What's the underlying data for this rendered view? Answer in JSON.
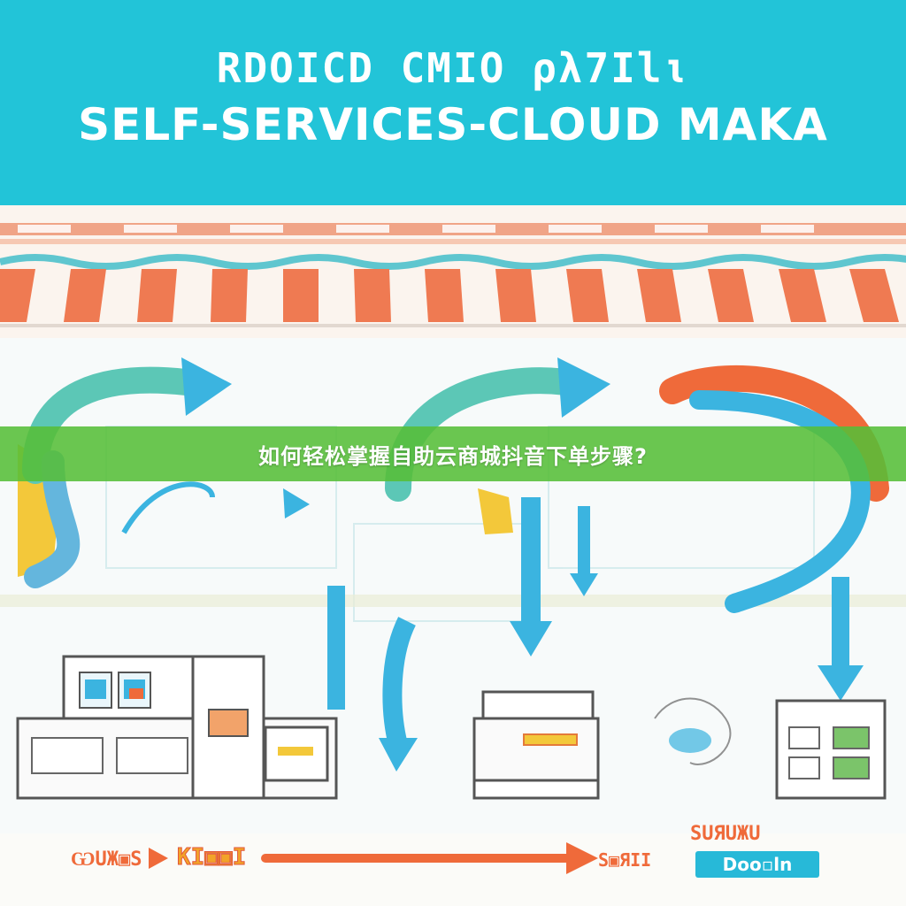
{
  "banner": {
    "line1": "RDOICD CMIO ρλ7Ιlι",
    "line2": "SELF-SERVICES-CLOUD MAKA",
    "color": "#22c4d8"
  },
  "title_overlay": {
    "text": "如何轻松掌握自助云商城抖音下单步骤?",
    "color": "#56be38"
  },
  "footer": {
    "left_label": "ѠUЖ▣S",
    "mid_label": "KI▣▣I",
    "right_tag": "Ѕ▣ЯII",
    "right_top_label": "ЅUЯUЖU",
    "pill_label": "Doo▫ln",
    "pill_color": "#27b9d8"
  },
  "palette": {
    "cyan": "#22c4d8",
    "sky": "#3bb4e0",
    "orange": "#ef6a3a",
    "yellow": "#f3c83a",
    "green": "#56be38"
  }
}
